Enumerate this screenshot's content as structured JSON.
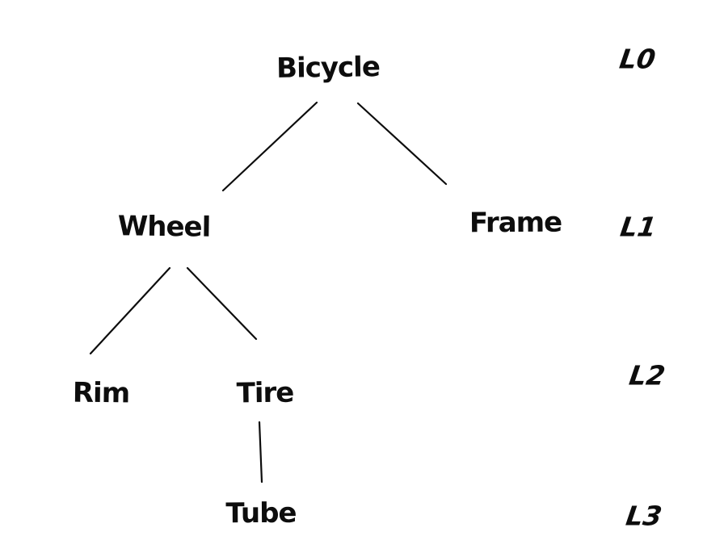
{
  "diagram": {
    "title": "bicycle-parts-tree",
    "colors": {
      "ink": "#0d0d0d",
      "background": "#ffffff"
    },
    "nodes": [
      {
        "id": "bicycle",
        "label": "Bicycle",
        "level": "L0"
      },
      {
        "id": "wheel",
        "label": "Wheel",
        "level": "L1"
      },
      {
        "id": "frame",
        "label": "Frame",
        "level": "L1"
      },
      {
        "id": "rim",
        "label": "Rim",
        "level": "L2"
      },
      {
        "id": "tire",
        "label": "Tire",
        "level": "L2"
      },
      {
        "id": "tube",
        "label": "Tube",
        "level": "L3"
      }
    ],
    "edges": [
      {
        "from": "bicycle",
        "to": "wheel"
      },
      {
        "from": "bicycle",
        "to": "frame"
      },
      {
        "from": "wheel",
        "to": "rim"
      },
      {
        "from": "wheel",
        "to": "tire"
      },
      {
        "from": "tire",
        "to": "tube"
      }
    ],
    "levels": [
      {
        "label": "L0"
      },
      {
        "label": "L1"
      },
      {
        "label": "L2"
      },
      {
        "label": "L3"
      }
    ]
  }
}
